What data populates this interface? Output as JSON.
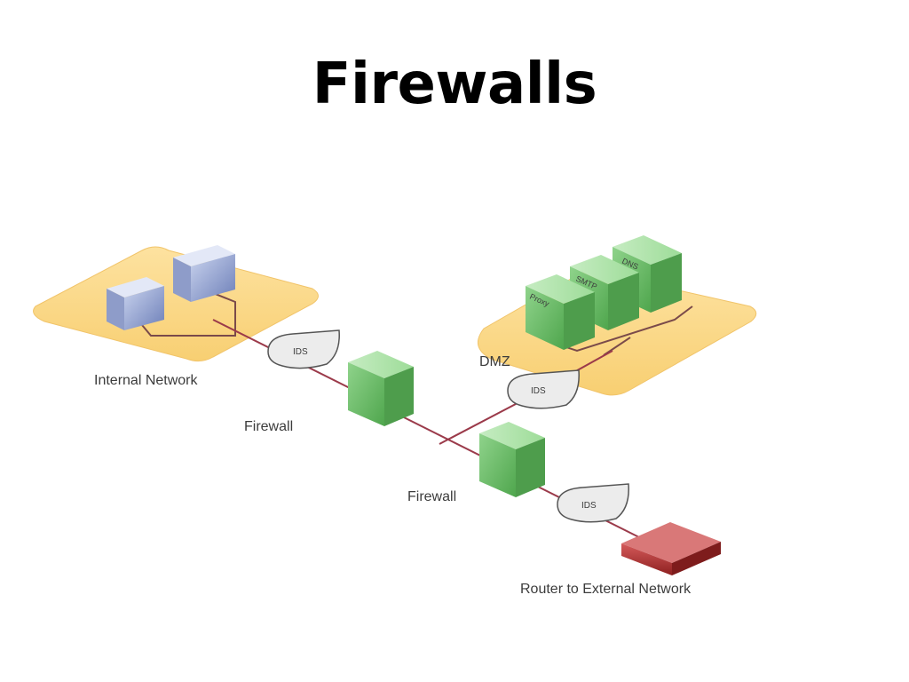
{
  "slide": {
    "title": "Firewalls"
  },
  "diagram": {
    "labels": {
      "internal_network": "Internal Network",
      "dmz": "DMZ",
      "firewall_upper": "Firewall",
      "firewall_lower": "Firewall",
      "router": "Router to External Network"
    },
    "ids_tags": [
      "IDS",
      "IDS",
      "IDS"
    ],
    "dmz_servers": [
      "Proxy",
      "SMTP",
      "DNS"
    ]
  },
  "colors": {
    "zone_fill": "#fbd98a",
    "firewall_green": "#6cbf6a",
    "router_red": "#b23a3a",
    "link_line": "#9b3a4a"
  }
}
